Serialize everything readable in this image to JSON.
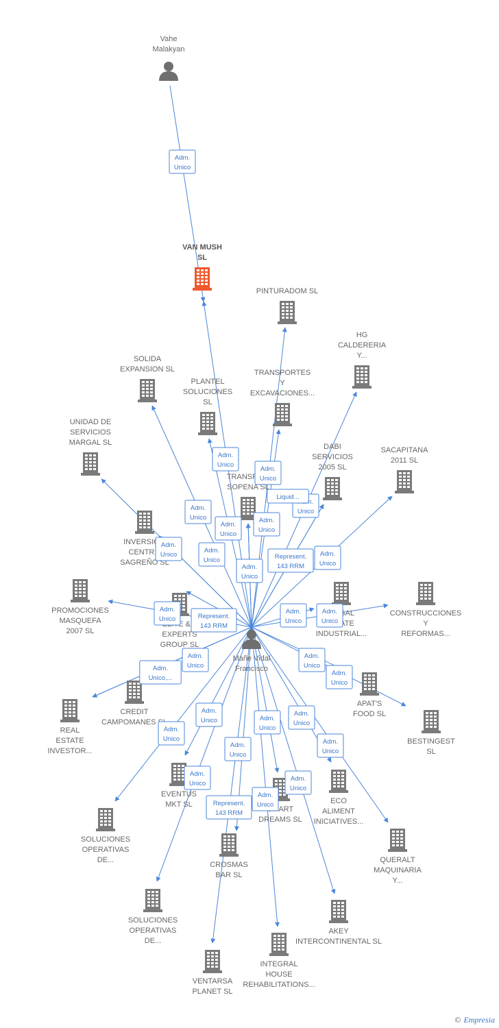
{
  "colors": {
    "edge": "#4a86d8",
    "building": "#7a7a7a",
    "building_main": "#f0582e",
    "person": "#6f6f6f",
    "label": "#666666"
  },
  "nodes": [
    {
      "id": "vahe",
      "type": "person",
      "label": [
        "Vahe",
        "Malakyan"
      ]
    },
    {
      "id": "vanmush",
      "type": "company",
      "main": true,
      "label": [
        "VAN MUSH",
        "SL"
      ]
    },
    {
      "id": "pinturadom",
      "type": "company",
      "label": [
        "PINTURADOM SL"
      ]
    },
    {
      "id": "hg",
      "type": "company",
      "label": [
        "HG",
        "CALDERERIA",
        "Y..."
      ]
    },
    {
      "id": "solida",
      "type": "company",
      "label": [
        "SOLIDA",
        "EXPANSION  SL"
      ]
    },
    {
      "id": "plantel",
      "type": "company",
      "label": [
        "PLANTEL",
        "SOLUCIONES",
        "SL"
      ]
    },
    {
      "id": "transportes",
      "type": "company",
      "label": [
        "TRANSPORTES",
        "Y",
        "EXCAVACIONES..."
      ]
    },
    {
      "id": "unidad",
      "type": "company",
      "label": [
        "UNIDAD DE",
        "SERVICIOS",
        "MARGAL SL"
      ]
    },
    {
      "id": "dabi",
      "type": "company",
      "label": [
        "DABI",
        "SERVICIOS",
        "2005 SL"
      ]
    },
    {
      "id": "sacapitana",
      "type": "company",
      "label": [
        "SACAPITANA",
        "2011 SL"
      ]
    },
    {
      "id": "sopena",
      "type": "company",
      "label": [
        "TRANSPO...",
        "SOPENA SL"
      ]
    },
    {
      "id": "inversiones",
      "type": "company",
      "label": [
        "INVERSIO...",
        "CENTR...",
        "SAGREÑO  SL"
      ]
    },
    {
      "id": "promociones",
      "type": "company",
      "label": [
        "PROMOCIONES",
        "MASQUEFA",
        "2007 SL"
      ]
    },
    {
      "id": "elite",
      "type": "company",
      "label": [
        "ELITE &...",
        "EXPERTS",
        "GROUP  SL"
      ]
    },
    {
      "id": "versal",
      "type": "company",
      "label": [
        "...RSAL",
        "...RATE",
        "INDUSTRIAL..."
      ]
    },
    {
      "id": "construcciones",
      "type": "company",
      "label": [
        "CONSTRUCCIONES",
        "Y",
        "REFORMAS..."
      ]
    },
    {
      "id": "mane",
      "type": "person",
      "center": true,
      "label": [
        "Mañe Vidal",
        "Francisco"
      ]
    },
    {
      "id": "credit",
      "type": "company",
      "label": [
        "CREDIT",
        "CAMPOMANES SL"
      ]
    },
    {
      "id": "realestate",
      "type": "company",
      "label": [
        "REAL",
        "ESTATE",
        "INVESTOR..."
      ]
    },
    {
      "id": "apats",
      "type": "company",
      "label": [
        "APAT'S",
        "FOOD  SL"
      ]
    },
    {
      "id": "bestingest",
      "type": "company",
      "label": [
        "BESTINGEST",
        "SL"
      ]
    },
    {
      "id": "eventus",
      "type": "company",
      "label": [
        "EVENTUS",
        "MKT  SL"
      ]
    },
    {
      "id": "smart",
      "type": "company",
      "label": [
        "SMART",
        "DREAMS SL"
      ]
    },
    {
      "id": "eco",
      "type": "company",
      "label": [
        "ECO",
        "ALIMENT",
        "INICIATIVES..."
      ]
    },
    {
      "id": "queralt",
      "type": "company",
      "label": [
        "QUERALT",
        "MAQUINARIA",
        "Y..."
      ]
    },
    {
      "id": "solucionesop1",
      "type": "company",
      "label": [
        "SOLUCIONES",
        "OPERATIVAS",
        "DE..."
      ]
    },
    {
      "id": "crosmas",
      "type": "company",
      "label": [
        "CROSMAS",
        "BAR SL"
      ]
    },
    {
      "id": "solucionesop2",
      "type": "company",
      "label": [
        "SOLUCIONES",
        "OPERATIVAS",
        "DE..."
      ]
    },
    {
      "id": "akey",
      "type": "company",
      "label": [
        "AKEY",
        "INTERCONTINENTAL SL"
      ]
    },
    {
      "id": "integral",
      "type": "company",
      "label": [
        "INTEGRAL",
        "HOUSE",
        "REHABILITATIONS..."
      ]
    },
    {
      "id": "ventarsa",
      "type": "company",
      "label": [
        "VENTARSA",
        "PLANET SL"
      ]
    }
  ],
  "edges": [
    {
      "from": "vahe",
      "to": "vanmush",
      "rel": [
        "Adm.",
        "Unico"
      ]
    },
    {
      "from": "mane",
      "to": "vanmush",
      "rel": null
    },
    {
      "from": "mane",
      "to": "pinturadom",
      "rel": [
        "Adm.",
        "Unico"
      ]
    },
    {
      "from": "mane",
      "to": "hg",
      "rel": [
        "Adm.",
        "Unico"
      ]
    },
    {
      "from": "mane",
      "to": "solida",
      "rel": [
        "Adm.",
        "Unico"
      ]
    },
    {
      "from": "mane",
      "to": "plantel",
      "rel": [
        "Adm.",
        "Unico"
      ]
    },
    {
      "from": "mane",
      "to": "transportes",
      "rel": [
        "Adm.",
        "Unico"
      ]
    },
    {
      "from": "mane",
      "to": "unidad",
      "rel": [
        "Adm.",
        "Unico"
      ]
    },
    {
      "from": "mane",
      "to": "dabi",
      "rel": [
        "Liquid..."
      ]
    },
    {
      "from": "mane",
      "to": "sacapitana",
      "rel": [
        "Adm.",
        "Unico"
      ]
    },
    {
      "from": "mane",
      "to": "sopena",
      "rel": [
        "Adm.",
        "Unico"
      ]
    },
    {
      "from": "mane",
      "to": "inversiones",
      "rel": [
        "Adm.",
        "Unico"
      ]
    },
    {
      "from": "mane",
      "to": "promociones",
      "rel": [
        "Adm.",
        "Unico"
      ]
    },
    {
      "from": "mane",
      "to": "elite",
      "rel": [
        "Represent.",
        "143 RRM"
      ]
    },
    {
      "from": "mane",
      "to": "versal",
      "rel": [
        "Adm.",
        "Unico"
      ]
    },
    {
      "from": "mane",
      "to": "construcciones",
      "rel": [
        "Adm.",
        "Unico"
      ]
    },
    {
      "from": "mane",
      "to": "credit",
      "rel": [
        "Adm.",
        "Unico"
      ]
    },
    {
      "from": "mane",
      "to": "realestate",
      "rel": [
        "Adm.",
        "Unico,..."
      ]
    },
    {
      "from": "mane",
      "to": "apats",
      "rel": [
        "Adm.",
        "Unico"
      ]
    },
    {
      "from": "mane",
      "to": "bestingest",
      "rel": [
        "Adm.",
        "Unico"
      ]
    },
    {
      "from": "mane",
      "to": "eventus",
      "rel": [
        "Adm.",
        "Unico"
      ]
    },
    {
      "from": "mane",
      "to": "smart",
      "rel": [
        "Adm.",
        "Unico"
      ]
    },
    {
      "from": "mane",
      "to": "eco",
      "rel": [
        "Adm.",
        "Unico"
      ]
    },
    {
      "from": "mane",
      "to": "queralt",
      "rel": [
        "Adm.",
        "Unico"
      ]
    },
    {
      "from": "mane",
      "to": "solucionesop1",
      "rel": [
        "Adm.",
        "Unico"
      ]
    },
    {
      "from": "mane",
      "to": "crosmas",
      "rel": [
        "Represent.",
        "143 RRM"
      ]
    },
    {
      "from": "mane",
      "to": "solucionesop2",
      "rel": [
        "Adm.",
        "Unico"
      ]
    },
    {
      "from": "mane",
      "to": "akey",
      "rel": [
        "Adm.",
        "Unico"
      ]
    },
    {
      "from": "mane",
      "to": "integral",
      "rel": [
        "Adm.",
        "Unico"
      ]
    },
    {
      "from": "mane",
      "to": "ventarsa",
      "rel": [
        "Adm.",
        "Unico"
      ]
    },
    {
      "from": "mane",
      "to": "dabi",
      "rel": [
        "Represent.",
        "143 RRM"
      ]
    },
    {
      "from": "mane",
      "to": "sopena",
      "rel": [
        "Adm.",
        "Unico"
      ]
    }
  ],
  "brand": {
    "copyright": "©",
    "name": "Empresia"
  }
}
